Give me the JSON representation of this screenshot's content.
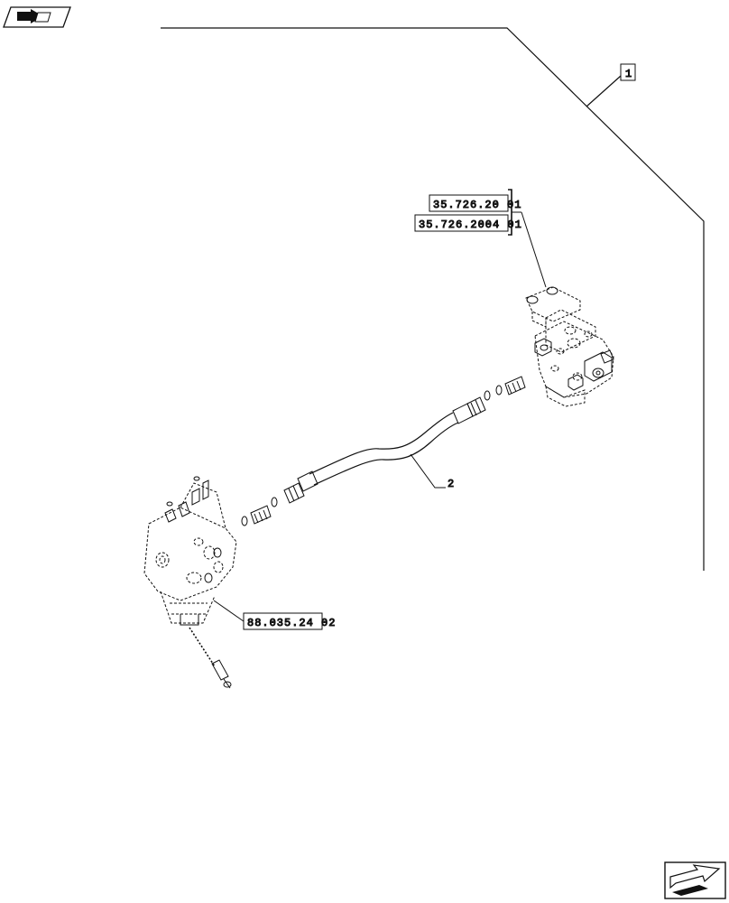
{
  "colors": {
    "ink": "#111111",
    "paper": "#ffffff"
  },
  "icons": {
    "top_left": "book-arrow-icon",
    "bottom_right": "next-page-arrow-icon"
  },
  "callouts": {
    "group_ref": "1",
    "hose_ref": "2",
    "valve_ref_primary": "35.726.20 01",
    "valve_ref_secondary": "35.726.2004 01",
    "control_valve_ref": "88.035.24 02"
  }
}
